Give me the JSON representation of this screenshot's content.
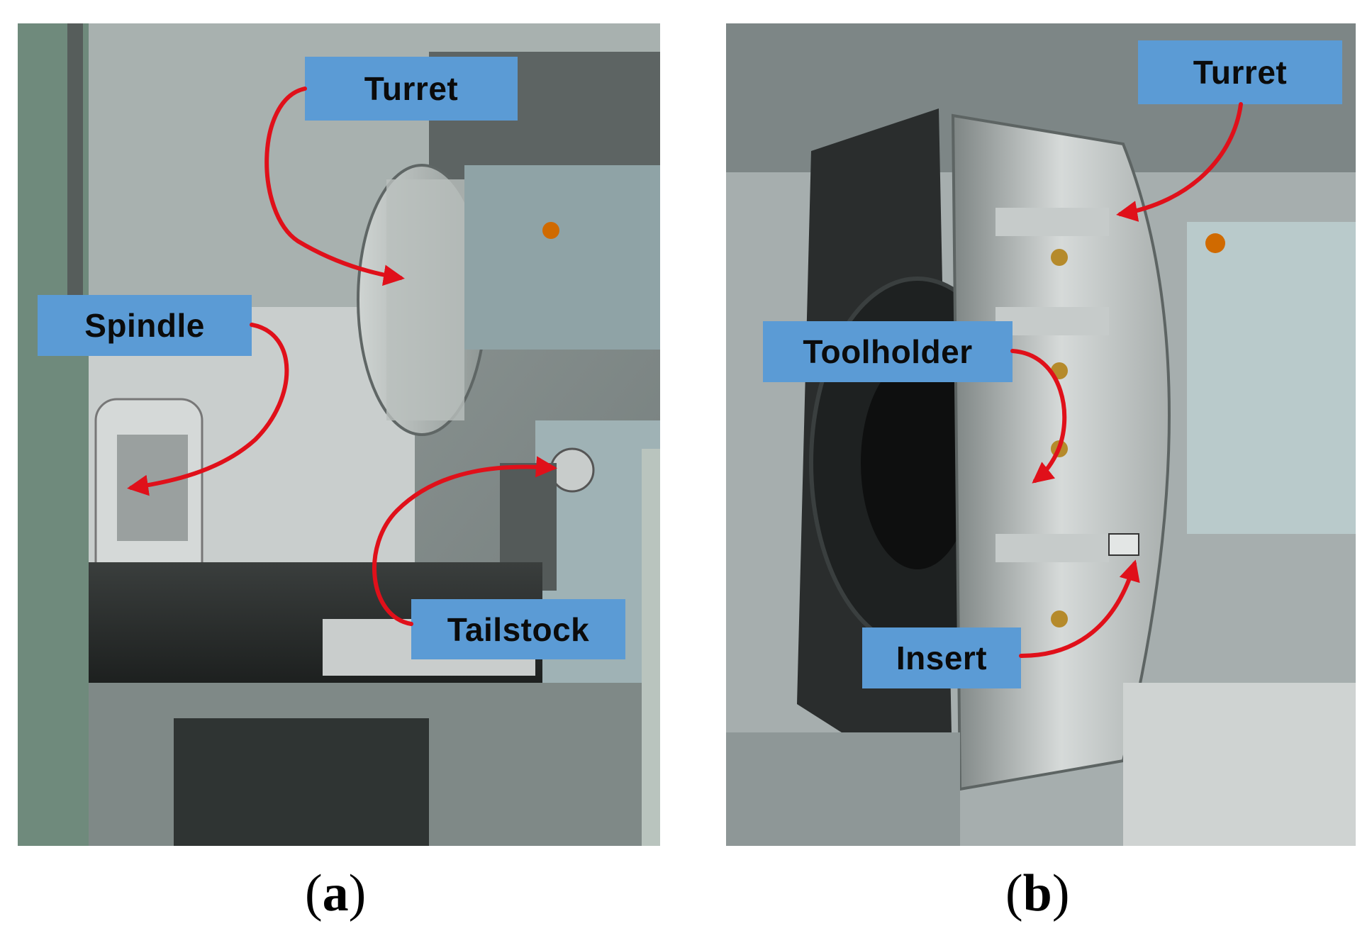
{
  "panel_a": {
    "labels": {
      "turret": "Turret",
      "spindle": "Spindle",
      "tailstock": "Tailstock"
    },
    "caption": {
      "open": "(",
      "letter": "a",
      "close": ")"
    }
  },
  "panel_b": {
    "labels": {
      "turret": "Turret",
      "toolholder": "Toolholder",
      "insert": "Insert"
    },
    "caption": {
      "open": "(",
      "letter": "b",
      "close": ")"
    }
  },
  "colors": {
    "label_fill": "#5b9bd5",
    "arrow": "#e0101a"
  }
}
